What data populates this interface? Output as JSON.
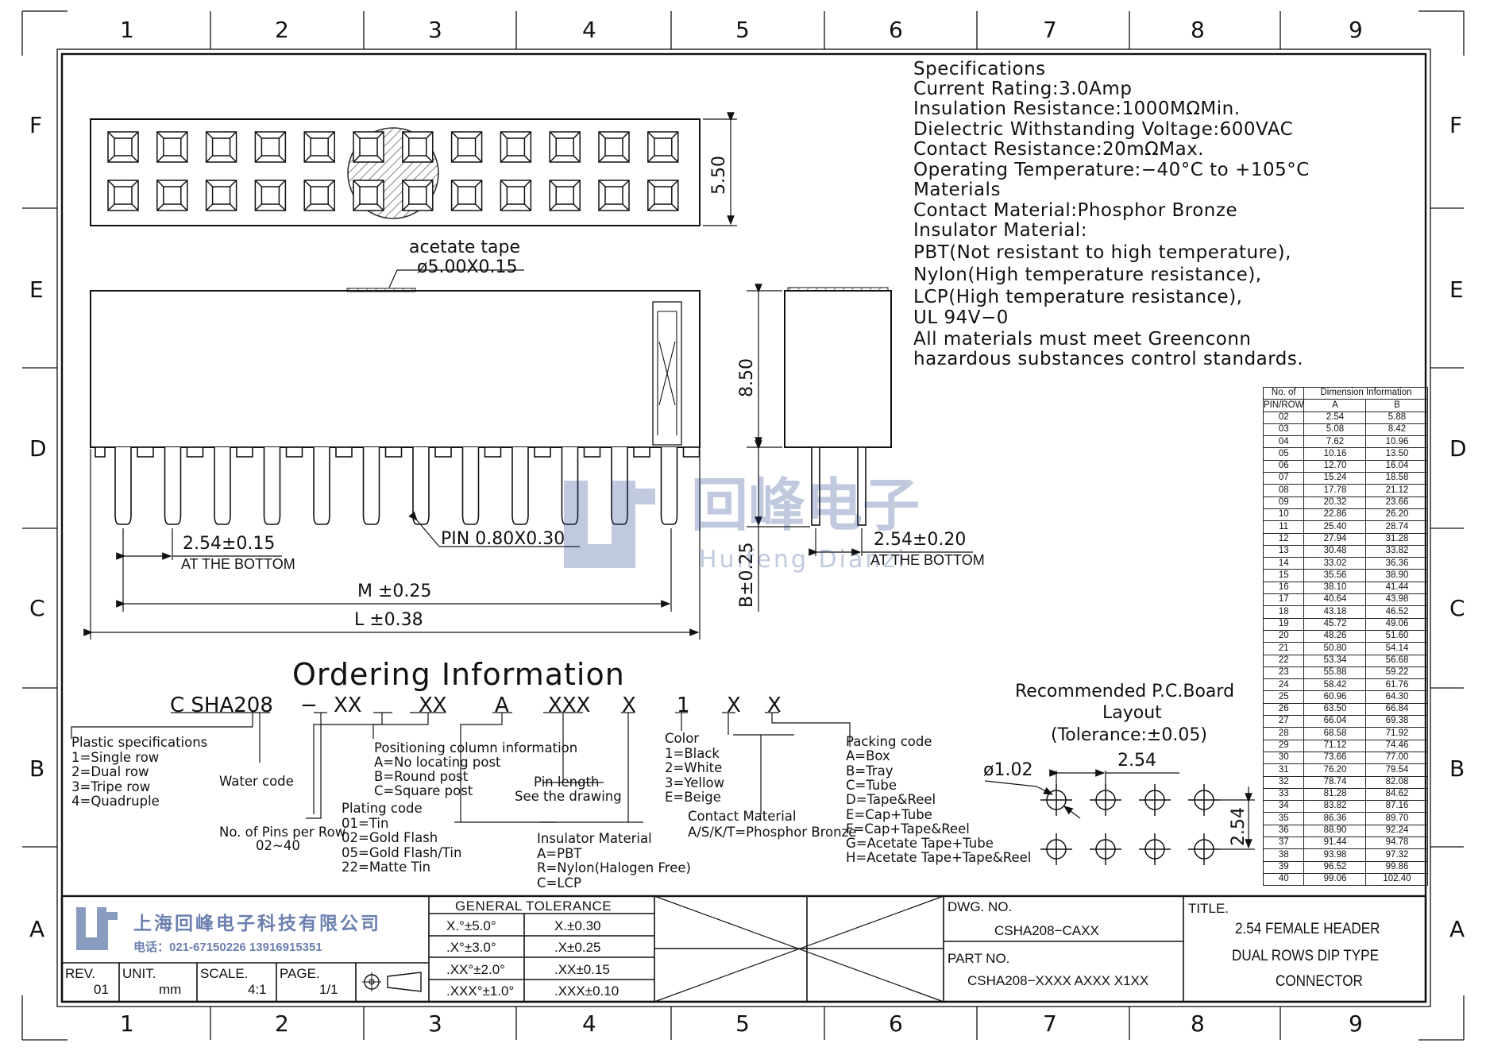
{
  "grid": {
    "cols": [
      "1",
      "2",
      "3",
      "4",
      "5",
      "6",
      "7",
      "8",
      "9"
    ],
    "rows": [
      "F",
      "E",
      "D",
      "C",
      "B",
      "A"
    ]
  },
  "specs": [
    "Specifications",
    "Current  Rating:3.0Amp",
    "Insulation  Resistance:1000MΩMin.",
    "Dielectric  Withstanding  Voltage:600VAC",
    "Contact  Resistance:20mΩMax.",
    "Operating  Temperature:−40°C  to  +105°C",
    "Materials",
    "Contact  Material:Phosphor  Bronze",
    "Insulator  Material:",
    "PBT(Not  resistant  to  high  temperature),",
    "Nylon(High  temperature  resistance),",
    "LCP(High  temperature  resistance),",
    "UL  94V−0",
    "All  materials  must  meet  Greenconn",
    "hazardous  substances  control  standards."
  ],
  "top_view": {
    "dim_height": "5.50"
  },
  "front_view": {
    "tape_label": "acetate  tape",
    "tape_dim": "ø5.00X0.15",
    "pitch": "2.54±0.15",
    "pitch_note": "AT THE BOTTOM",
    "pin": "PIN  0.80X0.30",
    "m_dim": "M  ±0.25",
    "l_dim": "L  ±0.38"
  },
  "side_view": {
    "height": "8.50",
    "b_dim": "B±0.25",
    "pitch": "2.54±0.20",
    "pitch_note": "AT THE BOTTOM"
  },
  "watermark": {
    "cn": "回峰电子",
    "en": "Huifeng Dianzi"
  },
  "dimension_table": {
    "header_left": "No.  of",
    "header_left2": "PIN/ROW",
    "header_right": "Dimension  Information",
    "col_a": "A",
    "col_b": "B",
    "rows": [
      [
        "02",
        "2.54",
        "5.88"
      ],
      [
        "03",
        "5.08",
        "8.42"
      ],
      [
        "04",
        "7.62",
        "10.96"
      ],
      [
        "05",
        "10.16",
        "13.50"
      ],
      [
        "06",
        "12.70",
        "16.04"
      ],
      [
        "07",
        "15.24",
        "18.58"
      ],
      [
        "08",
        "17.78",
        "21.12"
      ],
      [
        "09",
        "20.32",
        "23.66"
      ],
      [
        "10",
        "22.86",
        "26.20"
      ],
      [
        "11",
        "25.40",
        "28.74"
      ],
      [
        "12",
        "27.94",
        "31.28"
      ],
      [
        "13",
        "30.48",
        "33.82"
      ],
      [
        "14",
        "33.02",
        "36.36"
      ],
      [
        "15",
        "35.56",
        "38.90"
      ],
      [
        "16",
        "38.10",
        "41.44"
      ],
      [
        "17",
        "40.64",
        "43.98"
      ],
      [
        "18",
        "43.18",
        "46.52"
      ],
      [
        "19",
        "45.72",
        "49.06"
      ],
      [
        "20",
        "48.26",
        "51.60"
      ],
      [
        "21",
        "50.80",
        "54.14"
      ],
      [
        "22",
        "53.34",
        "56.68"
      ],
      [
        "23",
        "55.88",
        "59.22"
      ],
      [
        "24",
        "58.42",
        "61.76"
      ],
      [
        "25",
        "60.96",
        "64.30"
      ],
      [
        "26",
        "63.50",
        "66.84"
      ],
      [
        "27",
        "66.04",
        "69.38"
      ],
      [
        "28",
        "68.58",
        "71.92"
      ],
      [
        "29",
        "71.12",
        "74.46"
      ],
      [
        "30",
        "73.66",
        "77.00"
      ],
      [
        "31",
        "76.20",
        "79.54"
      ],
      [
        "32",
        "78.74",
        "82.08"
      ],
      [
        "33",
        "81.28",
        "84.62"
      ],
      [
        "34",
        "83.82",
        "87.16"
      ],
      [
        "35",
        "86.36",
        "89.70"
      ],
      [
        "36",
        "88.90",
        "92.24"
      ],
      [
        "37",
        "91.44",
        "94.78"
      ],
      [
        "38",
        "93.98",
        "97.32"
      ],
      [
        "39",
        "96.52",
        "99.86"
      ],
      [
        "40",
        "99.06",
        "102.40"
      ]
    ]
  },
  "ordering": {
    "title": "Ordering  Information",
    "code": [
      "C  SHA208",
      "−",
      "XX",
      "XX",
      "A",
      "XXX",
      "X",
      "1",
      "X",
      "X"
    ],
    "plastic": [
      "Plastic  specifications",
      "1=Single  row",
      "2=Dual  row",
      "3=Tripe  row",
      "4=Quadruple"
    ],
    "water": "Water  code",
    "pins": [
      "No.  of  Pins  per  Row",
      "02~40"
    ],
    "plating": [
      "Plating  code",
      "01=Tin",
      "02=Gold  Flash",
      "05=Gold  Flash/Tin",
      "22=Matte  Tin"
    ],
    "positioning": [
      "Positioning  column  information",
      "A=No  locating  post",
      "B=Round  post",
      "C=Square  post"
    ],
    "insulator": [
      "Insulator  Material",
      "A=PBT",
      "R=Nylon(Halogen  Free)",
      "C=LCP"
    ],
    "pin_length": [
      "Pin  length",
      "See  the  drawing"
    ],
    "color": [
      "Color",
      "1=Black",
      "2=White",
      "3=Yellow",
      "E=Beige"
    ],
    "contact": [
      "Contact  Material",
      "A/S/K/T=Phosphor  Bronze"
    ],
    "packing": [
      "Packing  code",
      "A=Box",
      "B=Tray",
      "C=Tube",
      "D=Tape&Reel",
      "E=Cap+Tube",
      "F=Cap+Tape&Reel",
      "G=Acetate  Tape+Tube",
      "H=Acetate  Tape+Tape&Reel"
    ]
  },
  "pcb": {
    "title1": "Recommended  P.C.Board",
    "title2": "Layout",
    "title3": "(Tolerance:±0.05)",
    "hole": "ø1.02",
    "pitch_h": "2.54",
    "pitch_v": "2.54"
  },
  "title_block": {
    "company_cn": "上海回峰电子科技有限公司",
    "phone": "电话：021-67150226  13916915351",
    "rev_label": "REV.",
    "rev": "01",
    "unit_label": "UNIT.",
    "unit": "mm",
    "scale_label": "SCALE.",
    "scale": "4:1",
    "page_label": "PAGE.",
    "page": "1/1",
    "tol_title": "GENERAL  TOLERANCE",
    "tol": [
      [
        "X.°±5.0°",
        "X.±0.30"
      ],
      [
        ".X°±3.0°",
        ".X±0.25"
      ],
      [
        ".XX°±2.0°",
        ".XX±0.15"
      ],
      [
        ".XXX°±1.0°",
        ".XXX±0.10"
      ]
    ],
    "dwg_label": "DWG.  NO.",
    "dwg": "CSHA208−CAXX",
    "part_label": "PART  NO.",
    "part": "CSHA208−XXXX  AXXX  X1XX",
    "title_label": "TITLE.",
    "title": [
      "2.54  FEMALE  HEADER",
      "DUAL  ROWS  DIP  TYPE",
      "CONNECTOR"
    ]
  }
}
